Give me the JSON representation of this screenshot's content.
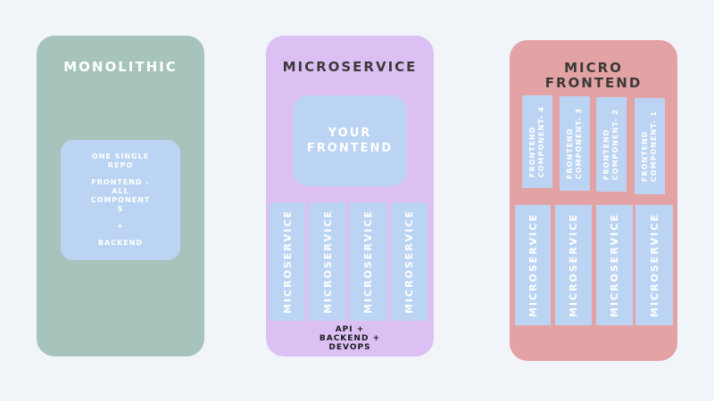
{
  "monolithic": {
    "title": "MONOLITHIC",
    "box": {
      "line1": "ONE SINGLE",
      "line2": "REPO",
      "line3": "FRONTEND -",
      "line4": "ALL",
      "line5": "COMPONENT",
      "line6": "S",
      "line7": "+",
      "line8": "BACKEND"
    }
  },
  "microservice": {
    "title": "MICROSERVICE",
    "frontend": {
      "line1": "YOUR",
      "line2": "FRONTEND"
    },
    "services": [
      "MICROSERVICE",
      "MICROSERVICE",
      "MICROSERVICE",
      "MICROSERVICE"
    ],
    "footer": {
      "line1": "API +",
      "line2": "BACKEND +",
      "line3": "DEVOPS"
    }
  },
  "micro_frontend": {
    "title_line1": "MICRO",
    "title_line2": "FRONTEND",
    "components": [
      {
        "line1": "FRONTEND",
        "line2": "COMPONENT- 4"
      },
      {
        "line1": "FRONTEND",
        "line2": "COMPONENT- 3"
      },
      {
        "line1": "FRONTEND",
        "line2": "COMPONENT- 2"
      },
      {
        "line1": "FRONTEND",
        "line2": "COMPONENT- 1"
      }
    ],
    "services": [
      "MICROSERVICE",
      "MICROSERVICE",
      "MICROSERVICE",
      "MICROSERVICE"
    ]
  },
  "colors": {
    "background": "#f1f5fa",
    "monolithic_card": "#a7c4bc",
    "microservice_card": "#dcc0f4",
    "micro_frontend_card": "#e3a2a3",
    "inner_box": "#bcd4f3"
  }
}
